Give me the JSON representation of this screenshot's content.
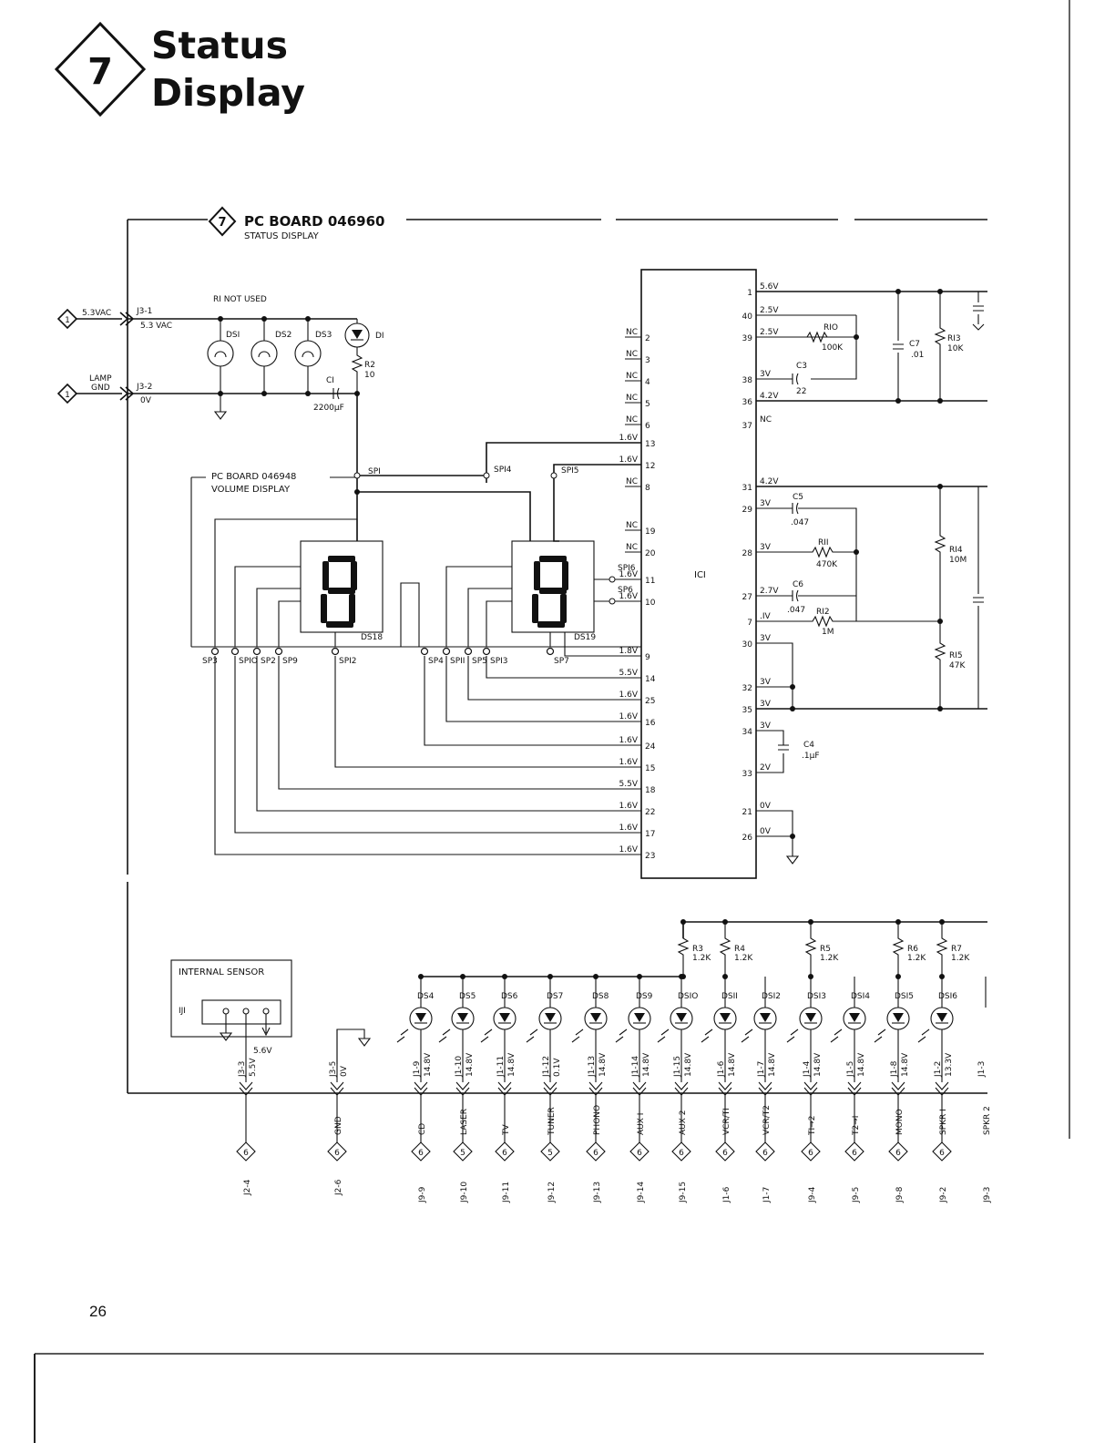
{
  "header": {
    "badge": "7",
    "title_line1": "Status",
    "title_line2": "Display"
  },
  "board": {
    "number": "7",
    "name": "PC BOARD 046960",
    "subtitle": "STATUS DISPLAY"
  },
  "volume_board": {
    "name": "PC BOARD 046948",
    "subtitle": "VOLUME DISPLAY"
  },
  "ic": {
    "label": "ICI"
  },
  "power_inputs": [
    {
      "badge": "1",
      "label": "5.3VAC",
      "connector": "J3-1",
      "voltage": "5.3 VAC"
    },
    {
      "badge": "1",
      "label1": "LAMP",
      "label2": "GND",
      "connector": "J3-2",
      "voltage": "0V"
    }
  ],
  "upper_parts": {
    "r1_note": "RI NOT USED",
    "ds1": "DSI",
    "ds2": "DS2",
    "ds3": "DS3",
    "d1": "DI",
    "r2": "R2",
    "r2_val": "10",
    "c1": "CI",
    "c1_val": "2200µF"
  },
  "displays": {
    "left": "DS18",
    "right": "DS19"
  },
  "left_pins": [
    {
      "v": "1.6V",
      "pin": "13"
    },
    {
      "v": "1.6V",
      "pin": "12"
    },
    {
      "v": "NC",
      "pin": "8"
    },
    {
      "v": "NC",
      "pin": "2"
    },
    {
      "v": "NC",
      "pin": "3"
    },
    {
      "v": "NC",
      "pin": "4"
    },
    {
      "v": "NC",
      "pin": "5"
    },
    {
      "v": "NC",
      "pin": "6"
    },
    {
      "v": "NC",
      "pin": "19"
    },
    {
      "v": "NC",
      "pin": "20"
    },
    {
      "v": "1.6V",
      "pin": "11"
    },
    {
      "v": "1.6V",
      "pin": "10"
    },
    {
      "v": "1.8V",
      "pin": "9"
    },
    {
      "v": "5.5V",
      "pin": "14"
    },
    {
      "v": "1.6V",
      "pin": "25"
    },
    {
      "v": "1.6V",
      "pin": "16"
    },
    {
      "v": "1.6V",
      "pin": "24"
    },
    {
      "v": "1.6V",
      "pin": "15"
    },
    {
      "v": "5.5V",
      "pin": "18"
    },
    {
      "v": "1.6V",
      "pin": "22"
    },
    {
      "v": "1.6V",
      "pin": "17"
    },
    {
      "v": "1.6V",
      "pin": "23"
    }
  ],
  "right_pins": [
    {
      "pin": "1",
      "v": "5.6V"
    },
    {
      "pin": "40",
      "v": "2.5V"
    },
    {
      "pin": "39",
      "v": "2.5V"
    },
    {
      "pin": "38",
      "v": "3V"
    },
    {
      "pin": "36",
      "v": "4.2V"
    },
    {
      "pin": "37",
      "v": "NC"
    },
    {
      "pin": "31",
      "v": "4.2V"
    },
    {
      "pin": "29",
      "v": "3V"
    },
    {
      "pin": "28",
      "v": "3V"
    },
    {
      "pin": "27",
      "v": "2.7V"
    },
    {
      "pin": "7",
      "v": ".IV"
    },
    {
      "pin": "30",
      "v": "3V"
    },
    {
      "pin": "32",
      "v": "3V"
    },
    {
      "pin": "35",
      "v": "3V"
    },
    {
      "pin": "34",
      "v": "3V"
    },
    {
      "pin": "33",
      "v": "2V"
    },
    {
      "pin": "21",
      "v": "0V"
    },
    {
      "pin": "26",
      "v": "0V"
    }
  ],
  "right_parts": {
    "r10": "RIO",
    "r10_val": "100K",
    "c3": "C3",
    "c3_val": "22",
    "c7": "C7",
    "c7_val": ".01",
    "r13": "RI3",
    "r13_val": "10K",
    "c5": "C5",
    "c5_val": ".047",
    "r11": "RII",
    "r11_val": "470K",
    "c6": "C6",
    "c6_val": ".047",
    "r12": "RI2",
    "r12_val": "1M",
    "r14": "RI4",
    "r14_val": "10M",
    "r15": "RI5",
    "r15_val": "47K",
    "c4": "C4",
    "c4_val": ".1µF"
  },
  "test_points": [
    "SPI",
    "SPI4",
    "SPI5",
    "SPI6",
    "SP6",
    "SP3",
    "SPIO",
    "SP2",
    "SP9",
    "SPI2",
    "SP4",
    "SPII",
    "SP5",
    "SPI3",
    "SP7"
  ],
  "sensor": {
    "title": "INTERNAL SENSOR",
    "ref": "IJI",
    "voltage": "5.6V"
  },
  "pullups": [
    {
      "ref": "R3",
      "val": "1.2K"
    },
    {
      "ref": "R4",
      "val": "1.2K"
    },
    {
      "ref": "R5",
      "val": "1.2K"
    },
    {
      "ref": "R6",
      "val": "1.2K"
    },
    {
      "ref": "R7",
      "val": "1.2K"
    }
  ],
  "connectors": [
    {
      "conn": "J3-3",
      "v": "5.5V",
      "name": "",
      "dest": "J2-4",
      "badge": "6"
    },
    {
      "conn": "J3-5",
      "v": "0V",
      "name": "GND",
      "dest": "J2-6",
      "badge": "6"
    }
  ],
  "leds": [
    {
      "ds": "DS4",
      "conn": "J1-9",
      "v": "14.8V",
      "name": "CD",
      "dest": "J9-9",
      "badge": "6"
    },
    {
      "ds": "DS5",
      "conn": "J1-10",
      "v": "14.8V",
      "name": "LASER",
      "dest": "J9-10",
      "badge": "5"
    },
    {
      "ds": "DS6",
      "conn": "J1-11",
      "v": "14.8V",
      "name": "TV",
      "dest": "J9-11",
      "badge": "6"
    },
    {
      "ds": "DS7",
      "conn": "J1-12",
      "v": "0.1V",
      "name": "TUNER",
      "dest": "J9-12",
      "badge": "5"
    },
    {
      "ds": "DS8",
      "conn": "J1-13",
      "v": "14.8V",
      "name": "PHONO",
      "dest": "J9-13",
      "badge": "6"
    },
    {
      "ds": "DS9",
      "conn": "J1-14",
      "v": "14.8V",
      "name": "AUX I",
      "dest": "J9-14",
      "badge": "6"
    },
    {
      "ds": "DSIO",
      "conn": "J1-15",
      "v": "14.8V",
      "name": "AUX 2",
      "dest": "J9-15",
      "badge": "6"
    },
    {
      "ds": "DSII",
      "conn": "J1-6",
      "v": "14.8V",
      "name": "VCR/TI",
      "dest": "J1-6",
      "badge": "6"
    },
    {
      "ds": "DSI2",
      "conn": "J1-7",
      "v": "14.8V",
      "name": "VCR/T2",
      "dest": "J1-7",
      "badge": "6"
    },
    {
      "ds": "DSI3",
      "conn": "J1-4",
      "v": "14.8V",
      "name": "TI→2",
      "dest": "J9-4",
      "badge": "6"
    },
    {
      "ds": "DSI4",
      "conn": "J1-5",
      "v": "14.8V",
      "name": "T2→I",
      "dest": "J9-5",
      "badge": "6"
    },
    {
      "ds": "DSI5",
      "conn": "J1-8",
      "v": "14.8V",
      "name": "MONO",
      "dest": "J9-8",
      "badge": "6"
    },
    {
      "ds": "DSI6",
      "conn": "J1-2",
      "v": "13.3V",
      "name": "SPKR I",
      "dest": "J9-2",
      "badge": "6"
    },
    {
      "ds": "",
      "conn": "J1-3",
      "v": "",
      "name": "SPKR 2",
      "dest": "J9-3",
      "badge": ""
    }
  ],
  "page_number": "26"
}
